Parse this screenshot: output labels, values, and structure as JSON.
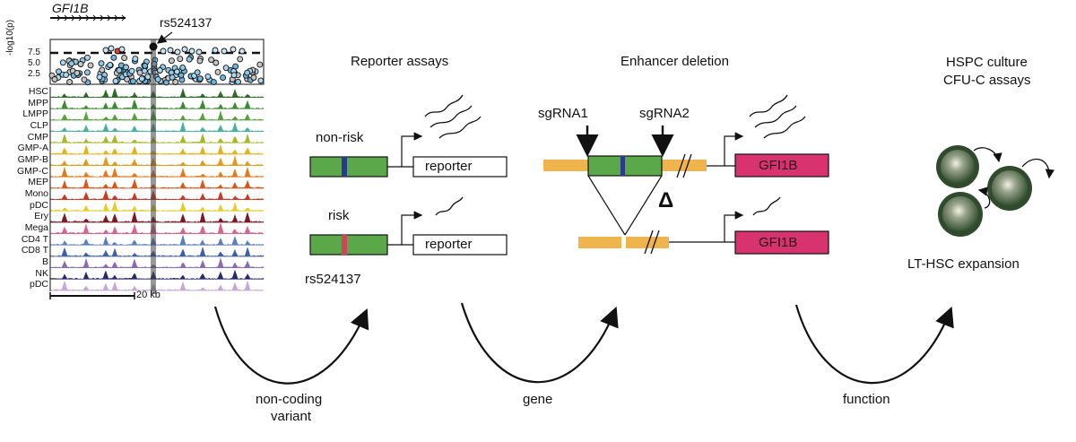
{
  "panel1": {
    "gene_label": "GFI1B",
    "snp_label": "rs524137",
    "y_axis_label": "-log10(p)",
    "y_ticks": [
      "7.5",
      "5.0",
      "2.5"
    ],
    "scale_label": "20 kb",
    "tracks": [
      {
        "name": "HSC",
        "color": "#2f6a2a"
      },
      {
        "name": "MPP",
        "color": "#3c8a32"
      },
      {
        "name": "LMPP",
        "color": "#56a13e"
      },
      {
        "name": "CLP",
        "color": "#45b3a0"
      },
      {
        "name": "CMP",
        "color": "#a8b82c"
      },
      {
        "name": "GMP-A",
        "color": "#e0b41c"
      },
      {
        "name": "GMP-B",
        "color": "#e49a18"
      },
      {
        "name": "GMP-C",
        "color": "#e27a1e"
      },
      {
        "name": "MEP",
        "color": "#d9561d"
      },
      {
        "name": "Mono",
        "color": "#c83a22"
      },
      {
        "name": "pDC",
        "color": "#e6cc2a"
      },
      {
        "name": "Ery",
        "color": "#7a1a22"
      },
      {
        "name": "Mega",
        "color": "#d9658f"
      },
      {
        "name": "CD4 T",
        "color": "#5e7fbf"
      },
      {
        "name": "CD8 T",
        "color": "#3f5fa6"
      },
      {
        "name": "B",
        "color": "#8b6ab6"
      },
      {
        "name": "NK",
        "color": "#2a2a6a"
      },
      {
        "name": "pDC",
        "color": "#c6a8d8"
      }
    ]
  },
  "panel2": {
    "title": "Reporter assays",
    "non_risk_label": "non-risk",
    "risk_label": "risk",
    "reporter_label": "reporter",
    "snp_label": "rs524137"
  },
  "panel3": {
    "title": "Enhancer deletion",
    "sgrna1": "sgRNA1",
    "sgrna2": "sgRNA2",
    "delta": "Δ",
    "gene_label": "GFI1B"
  },
  "panel4": {
    "title_line1": "HSPC culture",
    "title_line2": "CFU-C assays",
    "caption": "LT-HSC expansion"
  },
  "arrows": {
    "arrow1_line1": "non-coding",
    "arrow1_line2": "variant",
    "arrow2": "gene",
    "arrow3": "function"
  },
  "colors": {
    "enhancer_green": "#5aa84a",
    "nonrisk_allele": "#2b3a8f",
    "risk_allele": "#d0455a",
    "flank_orange": "#f0b44c",
    "gene_pink": "#d9336f",
    "cell_dark": "#3a5a38"
  }
}
